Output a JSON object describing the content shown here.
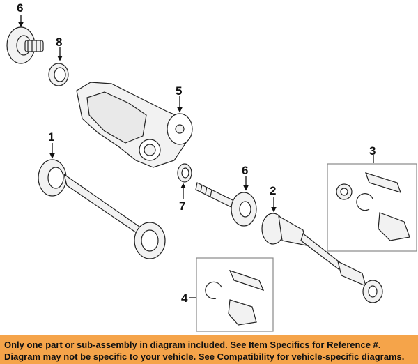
{
  "callouts": {
    "c1": "1",
    "c2": "2",
    "c3": "3",
    "c4": "4",
    "c5": "5",
    "c6_top": "6",
    "c6_mid": "6",
    "c7": "7",
    "c8": "8"
  },
  "footer": {
    "line1": "Only one part or sub-assembly in diagram included. See Item Specifics for Reference #.",
    "line2": "Diagram may not be specific to your vehicle. See Compatibility for vehicle-specific diagrams."
  },
  "colors": {
    "footer_bg": "#f5a44a",
    "line": "#222222",
    "part_fill": "#f2f2f2"
  }
}
